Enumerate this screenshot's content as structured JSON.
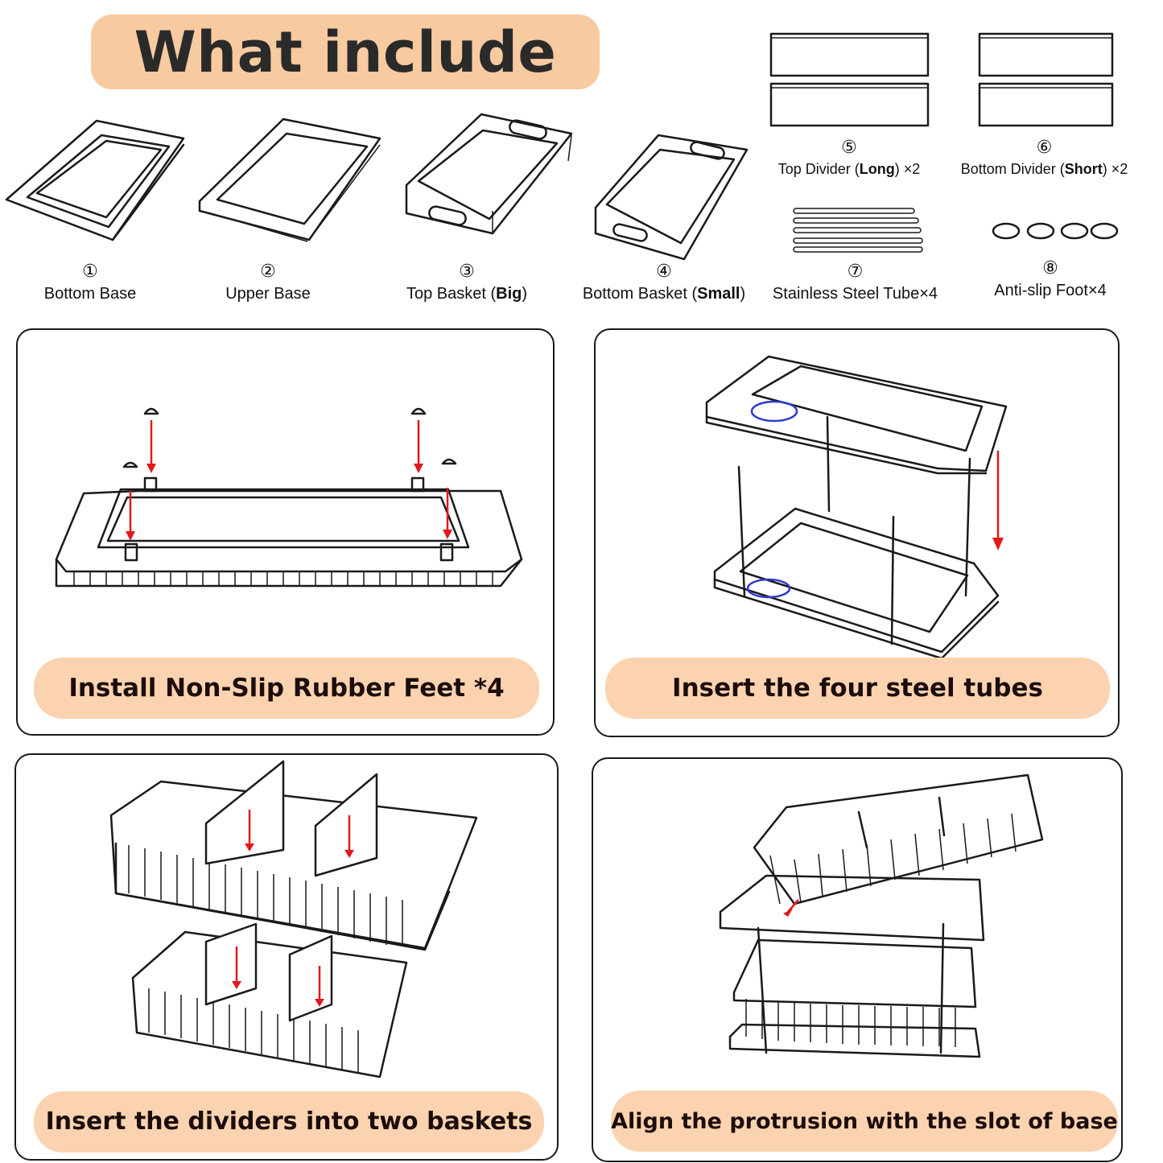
{
  "header": {
    "title": "What include"
  },
  "parts": [
    {
      "num": "①",
      "text": "Bottom Base",
      "bold": "",
      "suffix": ""
    },
    {
      "num": "②",
      "text": "Upper Base",
      "bold": "",
      "suffix": ""
    },
    {
      "num": "③",
      "text": "Top Basket (",
      "bold": "Big",
      "suffix": ")"
    },
    {
      "num": "④",
      "text": "Bottom Basket (",
      "bold": "Small",
      "suffix": ")"
    },
    {
      "num": "⑤",
      "text": "Top Divider (",
      "bold": "Long",
      "suffix": ") ×2"
    },
    {
      "num": "⑥",
      "text": "Bottom Divider (",
      "bold": "Short",
      "suffix": ") ×2"
    },
    {
      "num": "⑦",
      "text": "Stainless Steel Tube×4",
      "bold": "",
      "suffix": ""
    },
    {
      "num": "⑧",
      "text": "Anti-slip Foot×4",
      "bold": "",
      "suffix": ""
    }
  ],
  "steps": [
    {
      "caption": "Install Non-Slip Rubber Feet *4"
    },
    {
      "caption": "Insert the four steel tubes"
    },
    {
      "caption": "Insert the dividers into two baskets"
    },
    {
      "caption": "Align the protrusion with the slot of base"
    }
  ],
  "colors": {
    "title_pill": "#f7caa0",
    "caption_pill": "#fbd3b0",
    "arrow": "#e0191c",
    "highlight": "#2a3ad0"
  }
}
